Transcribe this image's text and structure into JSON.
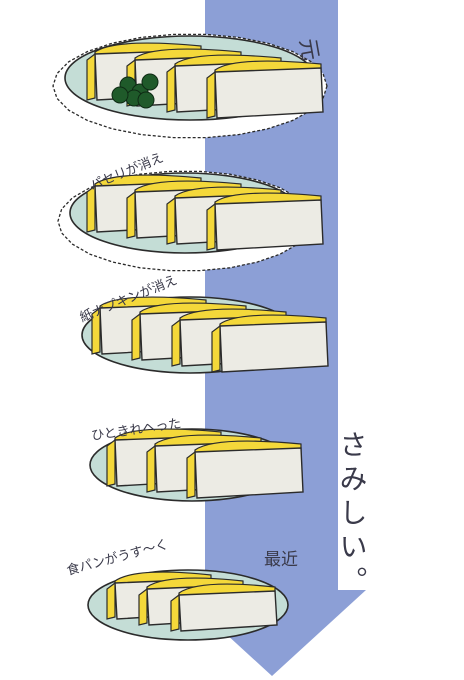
{
  "colors": {
    "background": "#ffffff",
    "arrow": "#8c9fd6",
    "plate": "#c4ddd6",
    "plate_outline": "#2b2b2b",
    "bread": "#ecebe4",
    "egg": "#f4d83a",
    "parsley": "#1f5a2a",
    "ink": "#3a3a4a"
  },
  "labels": {
    "original": "元",
    "parsley_gone": "パセリが消え",
    "doily_gone": "紙ナプキンが消え",
    "one_less": "ひときれへった",
    "thin_bread": "食パンがうす〜く",
    "recent": "最近",
    "lonely": "さみしい。"
  },
  "stages": [
    {
      "slices": 4,
      "parsley": true,
      "doily": true
    },
    {
      "slices": 4,
      "parsley": false,
      "doily": true
    },
    {
      "slices": 4,
      "parsley": false,
      "doily": false
    },
    {
      "slices": 3,
      "parsley": false,
      "doily": false
    },
    {
      "slices": 3,
      "parsley": false,
      "doily": false,
      "thin": true
    }
  ]
}
